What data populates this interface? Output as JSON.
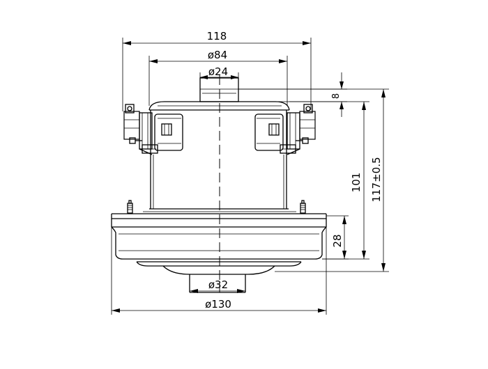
{
  "dimensions": {
    "width_top": "118",
    "dia_flange": "ø84",
    "dia_shaft": "ø24",
    "shaft_height": "8",
    "height_body": "101",
    "height_total": "117±0.5",
    "height_base": "28",
    "dia_bottom": "ø32",
    "dia_base": "ø130"
  }
}
